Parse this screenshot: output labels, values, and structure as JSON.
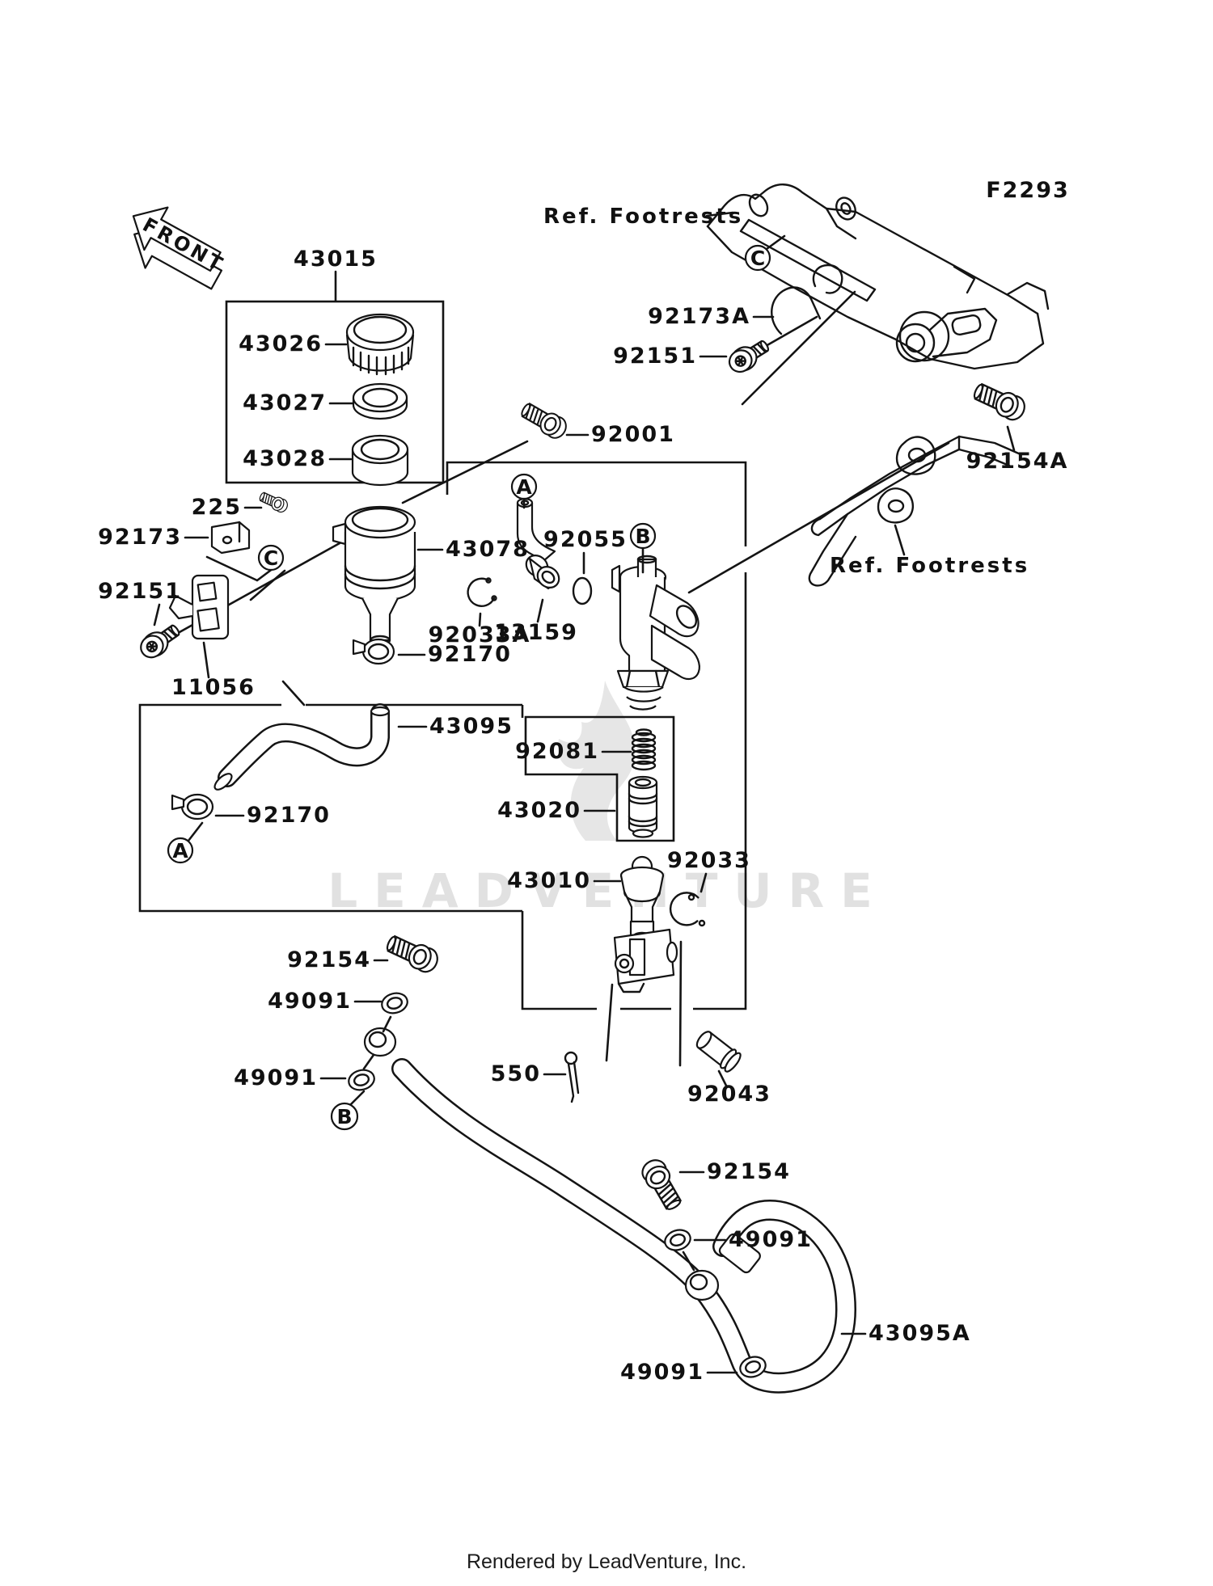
{
  "figure_code": "F2293",
  "front_label": "FRONT",
  "ref_footrests": "Ref. Footrests",
  "watermark_text": "LEADVENTURE",
  "footer_text": "Rendered by LeadVenture, Inc.",
  "callouts": {
    "a": "A",
    "b": "B",
    "c": "C"
  },
  "parts": {
    "43015": "43015",
    "43026": "43026",
    "43027": "43027",
    "43028": "43028",
    "43078": "43078",
    "43095": "43095",
    "43095A": "43095A",
    "43010": "43010",
    "43020": "43020",
    "11056": "11056",
    "13159": "13159",
    "225": "225",
    "550": "550",
    "92001": "92001",
    "92033": "92033",
    "92033A": "92033A",
    "92043": "92043",
    "92055": "92055",
    "92081": "92081",
    "92151": "92151",
    "92154": "92154",
    "92154A": "92154A",
    "92170": "92170",
    "92173": "92173",
    "92173A": "92173A",
    "49091": "49091"
  }
}
